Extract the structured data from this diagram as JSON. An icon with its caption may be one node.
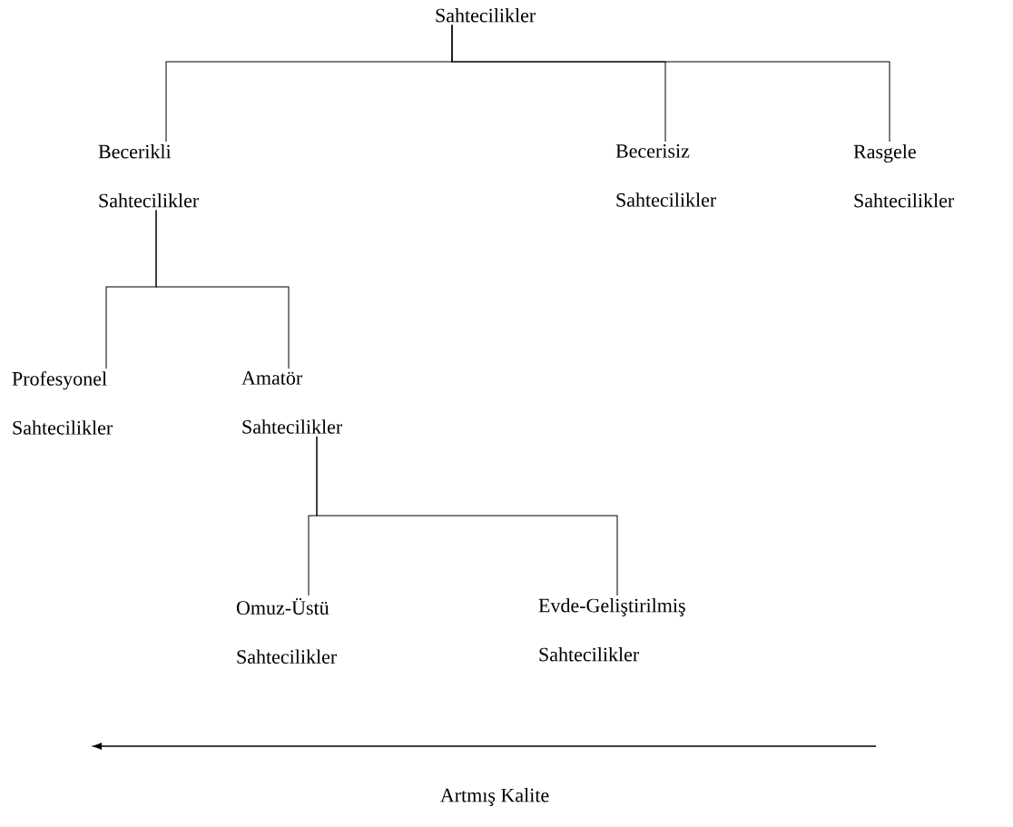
{
  "diagram": {
    "nodes": [
      {
        "text": [
          "Sahtecilikler"
        ]
      },
      {
        "text": [
          "Becerikli Sahtecilikler"
        ]
      },
      {
        "text": [
          "Becerisiz Sahtecilikler"
        ]
      },
      {
        "text": [
          "Rasgele Sahtecilikler"
        ]
      },
      {
        "text": [
          "Profesyonel Sahtecilikler"
        ]
      },
      {
        "text": [
          "Amatör Sahtecilikler"
        ]
      },
      {
        "text": [
          "Omuz-Üstü Sahtecilikler"
        ]
      },
      {
        "text": [
          "Evde-Geliştirilmiş Sahtecilikler"
        ]
      }
    ],
    "edges": [
      {
        "from": 0,
        "to": 1,
        "arrow": "none"
      },
      {
        "from": 0,
        "to": 2,
        "arrow": "none"
      },
      {
        "from": 0,
        "to": 3,
        "arrow": "none"
      },
      {
        "from": 1,
        "to": 4,
        "arrow": "none"
      },
      {
        "from": 1,
        "to": 5,
        "arrow": "none"
      },
      {
        "from": 5,
        "to": 6,
        "arrow": "none"
      },
      {
        "from": 5,
        "to": 7,
        "arrow": "none"
      }
    ],
    "labels": [
      "Artmış Kalite"
    ]
  }
}
